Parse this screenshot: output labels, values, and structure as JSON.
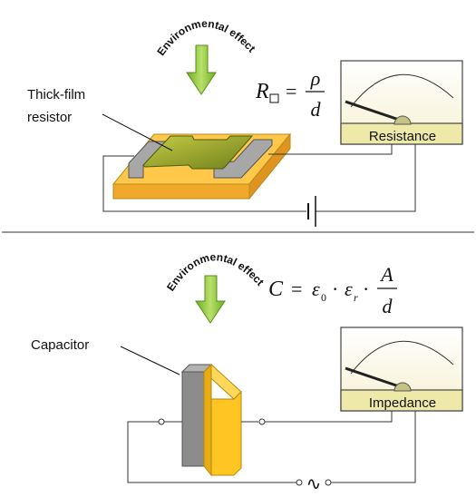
{
  "top_panel": {
    "effect_label": "Environmental effect",
    "component_label_line1": "Thick-film",
    "component_label_line2": "resistor",
    "meter_label": "Resistance",
    "formula": {
      "lhs": "R",
      "eq": "=",
      "numerator": "ρ",
      "denominator": "d"
    }
  },
  "bottom_panel": {
    "effect_label": "Environmental effect",
    "component_label": "Capacitor",
    "meter_label": "Impedance",
    "formula": {
      "lhs": "C",
      "eq": "=",
      "eps": "ε",
      "sub0": "0",
      "dot": "·",
      "subr": "r",
      "numerator": "A",
      "denominator": "d"
    },
    "source_symbol": "∿"
  },
  "colors": {
    "arrow_green": "#8fca3c",
    "meter_face": "#fdfbe6",
    "meter_band": "#eee9a8",
    "substrate": "#ffc84a",
    "film": "#8a9a2a",
    "capacitor_plate": "#ffc623",
    "capacitor_gray": "#8c8c8c"
  }
}
